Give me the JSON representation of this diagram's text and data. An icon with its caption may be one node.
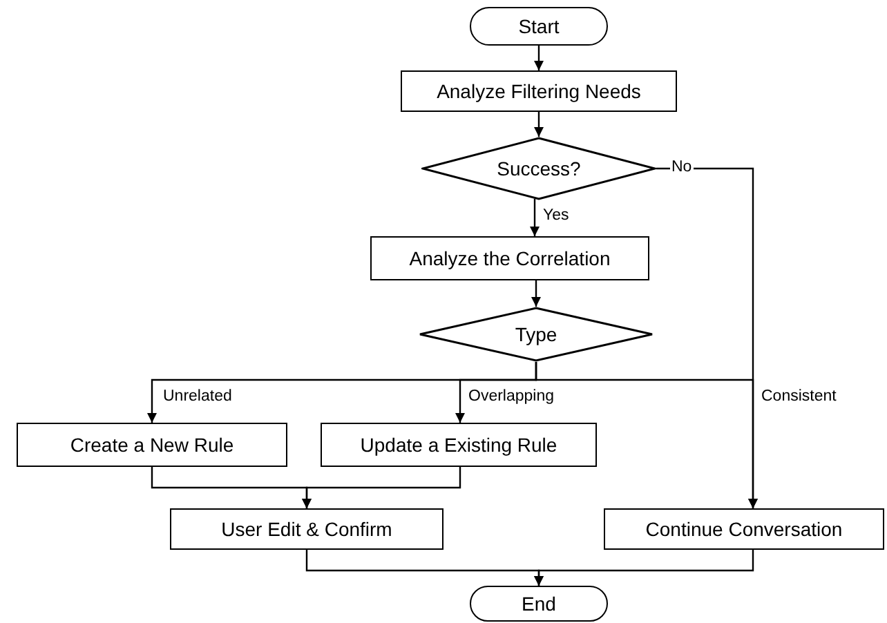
{
  "diagram": {
    "nodes": [
      {
        "text": [
          "Start"
        ]
      },
      {
        "text": [
          "Analyze Filtering Needs"
        ]
      },
      {
        "text": [
          "Success?"
        ]
      },
      {
        "text": [
          "Analyze the Correlation"
        ]
      },
      {
        "text": [
          "Type"
        ]
      },
      {
        "text": [
          "Create a New Rule"
        ]
      },
      {
        "text": [
          "Update a Existing Rule"
        ]
      },
      {
        "text": [
          "User Edit & Confirm"
        ]
      },
      {
        "text": [
          "Continue Conversation"
        ]
      },
      {
        "text": [
          "End"
        ]
      }
    ],
    "edges": [
      {
        "from": 0,
        "to": 1,
        "arrow": "to"
      },
      {
        "from": 1,
        "to": 2,
        "arrow": "to"
      },
      {
        "from": 2,
        "to": 3,
        "arrow": "to",
        "label": "Yes"
      },
      {
        "from": 2,
        "to": 8,
        "arrow": "to",
        "label": "No"
      },
      {
        "from": 3,
        "to": 4,
        "arrow": "to"
      },
      {
        "from": 4,
        "to": 5,
        "arrow": "to",
        "label": "Unrelated"
      },
      {
        "from": 4,
        "to": 6,
        "arrow": "to",
        "label": "Overlapping"
      },
      {
        "from": 4,
        "to": 8,
        "arrow": "to",
        "label": "Consistent"
      },
      {
        "from": 5,
        "to": 7,
        "arrow": "to"
      },
      {
        "from": 6,
        "to": 7,
        "arrow": "to"
      },
      {
        "from": 7,
        "to": 9,
        "arrow": "to"
      },
      {
        "from": 8,
        "to": 9,
        "arrow": "to"
      }
    ]
  }
}
